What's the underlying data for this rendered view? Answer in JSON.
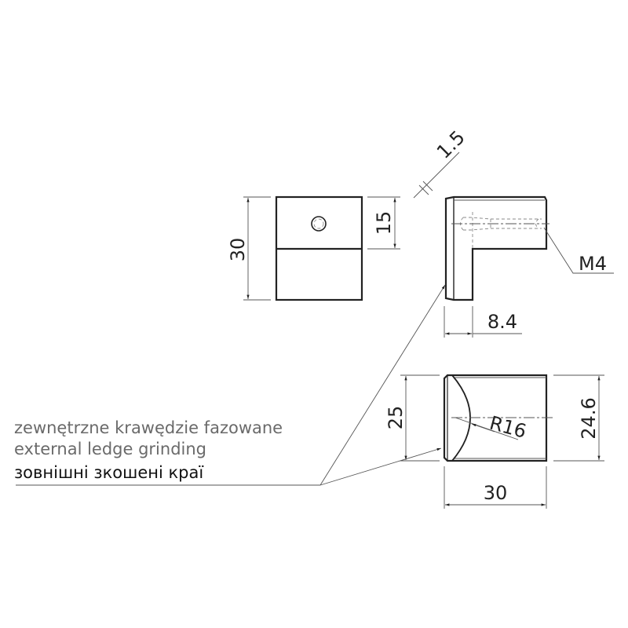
{
  "dimensions": {
    "front_height": "30",
    "front_upper": "15",
    "flange": "1.5",
    "thread": "M4",
    "depth": "8.4",
    "height_bottom": "25",
    "radius": "R16",
    "height_right": "24.6",
    "width": "30"
  },
  "notes": {
    "polish": "zewnętrzne krawędzie fazowane",
    "english": "external  ledge grinding",
    "ukrainian": "зовнішні зкошені краї"
  }
}
